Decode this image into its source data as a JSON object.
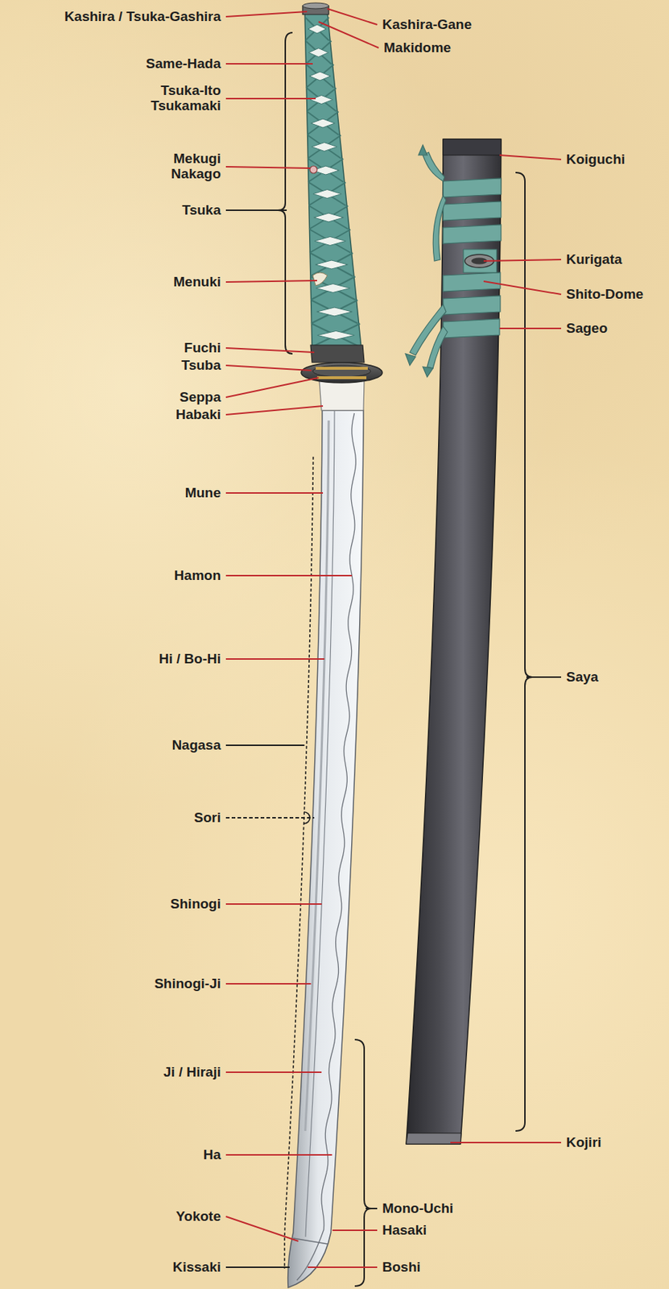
{
  "diagram": {
    "labels": [
      "Kashira / Tsuka-Gashira",
      "Kashira-Gane",
      "Makidome",
      "Same-Hada",
      "Tsuka-Ito Tsukamaki",
      "Koiguchi",
      "Mekugi Nakago",
      "Tsuka",
      "Kurigata",
      "Menuki",
      "Shito-Dome",
      "Sageo",
      "Fuchi",
      "Tsuba",
      "Seppa",
      "Habaki",
      "Mune",
      "Hamon",
      "Hi / Bo-Hi",
      "Saya",
      "Nagasa",
      "Sori",
      "Shinogi",
      "Shinogi-Ji",
      "Ji / Hiraji",
      "Ha",
      "Kojiri",
      "Mono-Uchi",
      "Yokote",
      "Hasaki",
      "Kissaki",
      "Boshi"
    ]
  }
}
